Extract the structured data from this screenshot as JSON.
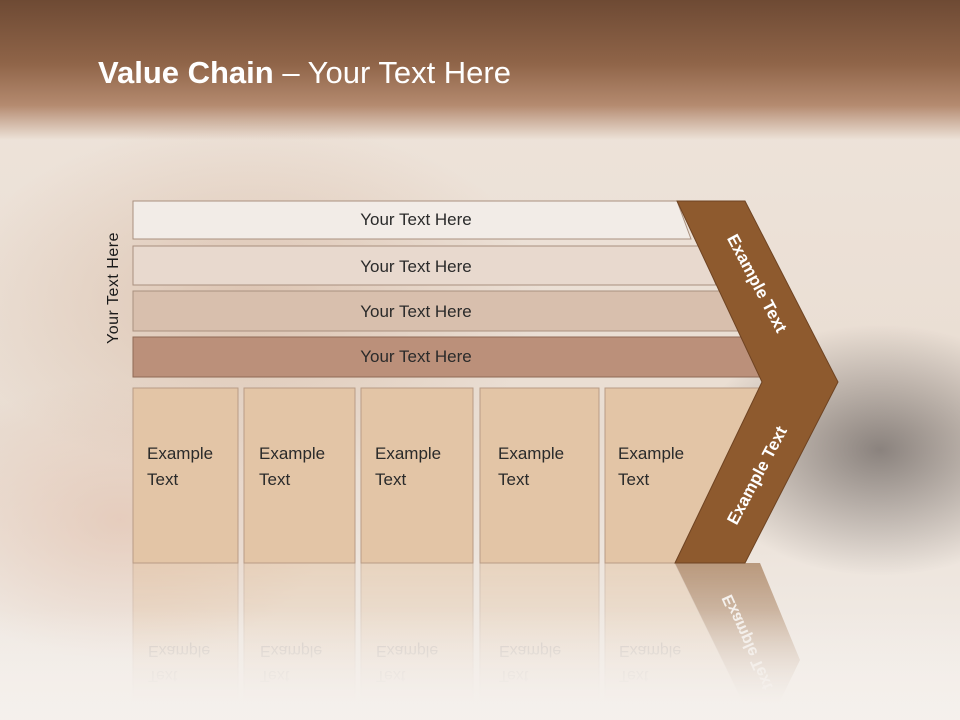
{
  "title": {
    "bold": "Value Chain",
    "rest": " – Your Text Here"
  },
  "side_label": "Your Text Here",
  "bars": [
    {
      "label": "Your Text Here",
      "fill": "#f2ece7"
    },
    {
      "label": "Your Text Here",
      "fill": "#e8d9ce"
    },
    {
      "label": "Your Text Here",
      "fill": "#d8bfad"
    },
    {
      "label": "Your Text Here",
      "fill": "#bb907a"
    }
  ],
  "boxes": [
    {
      "line1": "Example",
      "line2": "Text"
    },
    {
      "line1": "Example",
      "line2": "Text"
    },
    {
      "line1": "Example",
      "line2": "Text"
    },
    {
      "line1": "Example",
      "line2": "Text"
    },
    {
      "line1": "Example",
      "line2": "Text"
    }
  ],
  "chevron": {
    "top_label": "Example Text",
    "bottom_label": "Example Text",
    "fill": "#8e5a2e"
  },
  "box_fill": "#e3c5a6"
}
